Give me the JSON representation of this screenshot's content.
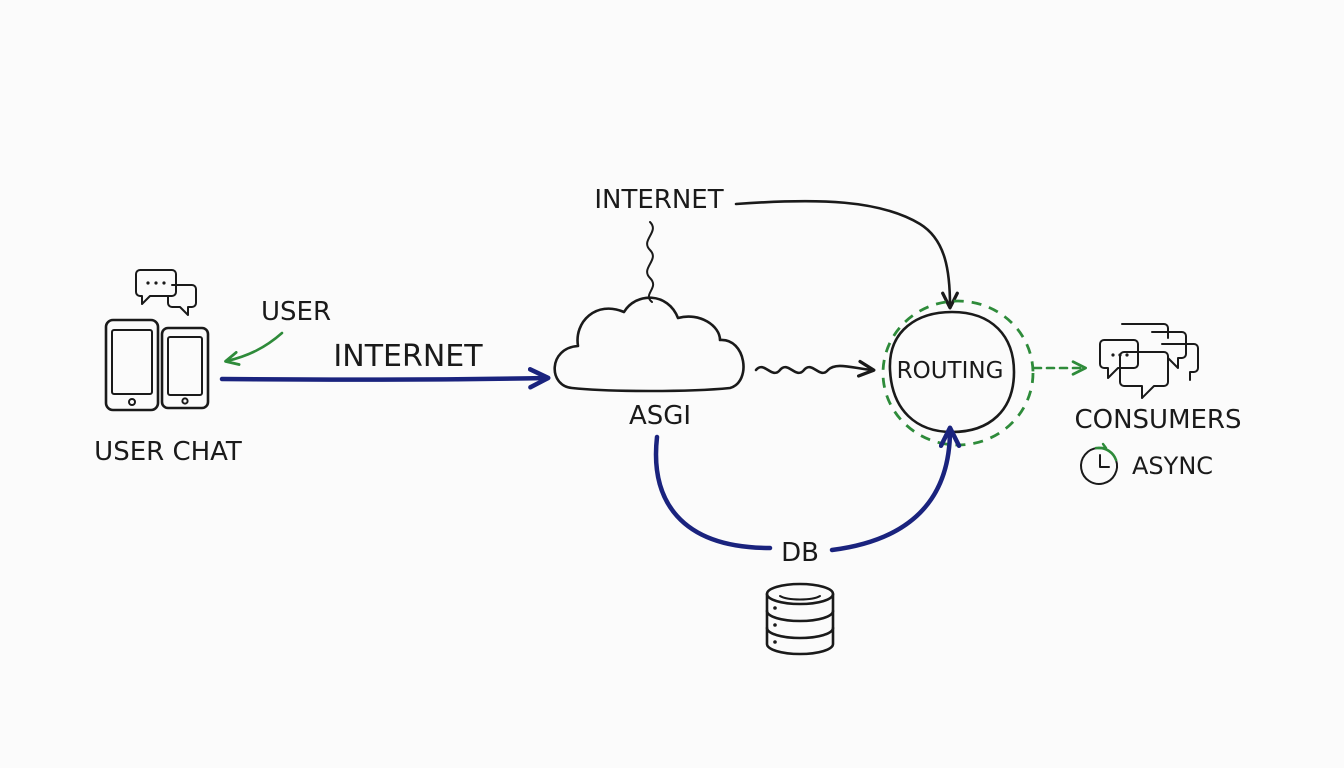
{
  "labels": {
    "user_chat": "USER CHAT",
    "user": "USER",
    "internet_main": "INTERNET",
    "internet_top": "INTERNET",
    "asgi": "ASGI",
    "routing": "ROUTING",
    "db": "DB",
    "consumers": "CONSUMERS",
    "async": "ASYNC"
  },
  "colors": {
    "ink": "#1a1a1a",
    "navy": "#1a237e",
    "green": "#2e8b3a",
    "background": "#fbfbfb"
  },
  "icons": [
    "chat-bubbles-icon",
    "smartphone-icon",
    "cloud-icon",
    "database-icon",
    "clock-icon",
    "message-stack-icon"
  ]
}
